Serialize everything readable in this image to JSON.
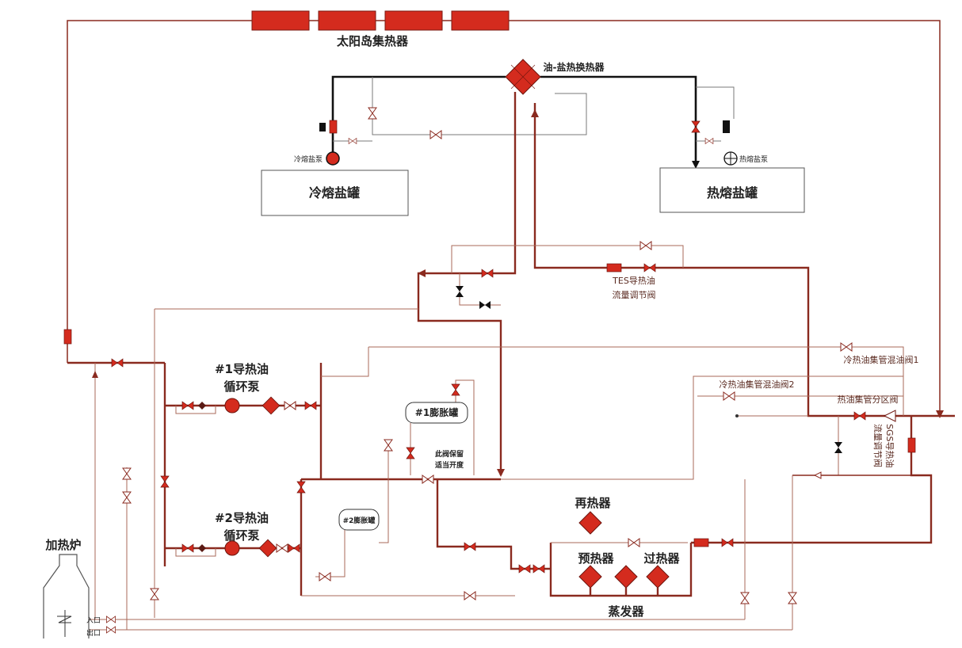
{
  "diagram": {
    "collector_label": "太阳岛集热器",
    "hx_label": "油-盐热换热器",
    "cold_tank": "冷熔盐罐",
    "hot_tank": "热熔盐罐",
    "cold_pump": "冷熔盐泵",
    "hot_pump": "热熔盐泵",
    "tes_valve": [
      "TES导热油",
      "流量调节阀"
    ],
    "pump1": [
      "#1导热油",
      "循环泵"
    ],
    "pump2": [
      "#2导热油",
      "循环泵"
    ],
    "exp_tank1": "#1膨胀罐",
    "exp_tank2": "#2膨胀罐",
    "valve_note": [
      "此阀保留",
      "适当开度"
    ],
    "mix_valve1": "冷热油集管混油阀1",
    "mix_valve2": "冷热油集管混油阀2",
    "hot_header_valve": "热油集管分区阀",
    "sgs_valve": [
      "SGS导热油",
      "流量调节阀"
    ],
    "reheater": "再热器",
    "preheater": "预热器",
    "superheater": "过热器",
    "evaporator": "蒸发器",
    "heater": "加热炉",
    "inlet": "入口",
    "outlet": "出口"
  },
  "colors": {
    "oil_pipe": "#8A2A1F",
    "equipment_red": "#D42B1E",
    "salt_pipe": "#111111",
    "thin_pipe": "#A86A5A"
  }
}
